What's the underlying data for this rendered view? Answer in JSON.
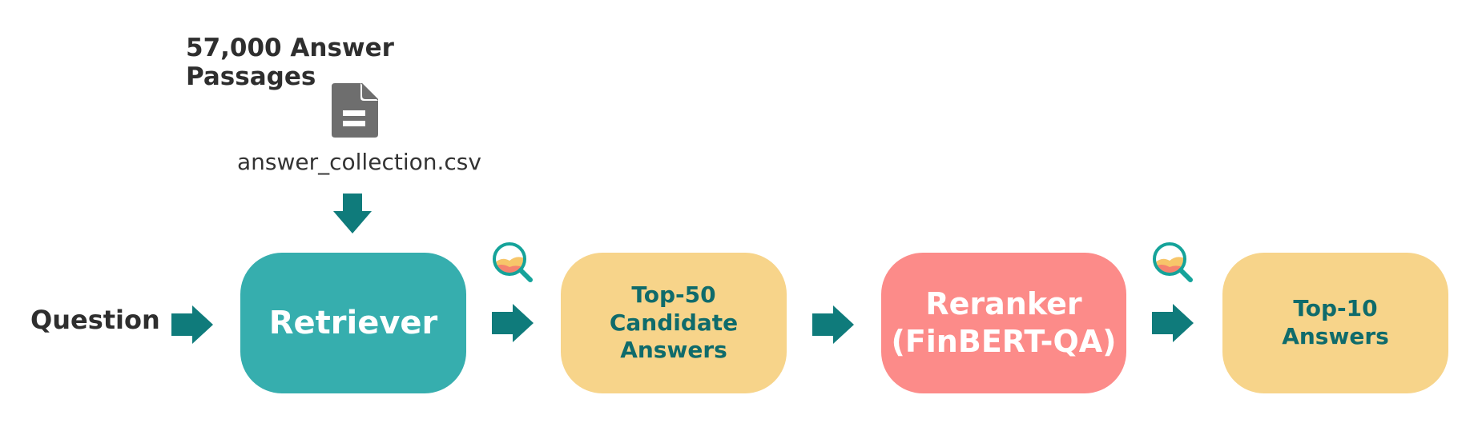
{
  "source": {
    "title": "57,000 Answer Passages",
    "filename": "answer_collection.csv",
    "file_icon": "document-icon"
  },
  "input": {
    "label": "Question"
  },
  "retriever": {
    "label": "Retriever"
  },
  "candidates": {
    "line1": "Top-50",
    "line2": "Candidate",
    "line3": "Answers"
  },
  "reranker": {
    "line1": "Reranker",
    "line2": "(FinBERT-QA)"
  },
  "output": {
    "line1": "Top-10",
    "line2": "Answers"
  },
  "icons": {
    "arrow": "arrow-right-icon",
    "down_arrow": "arrow-down-icon",
    "magnifier": "magnifier-icon"
  },
  "colors": {
    "teal": "#36aeae",
    "dark_teal": "#0f7b7b",
    "yellow": "#f7d48a",
    "coral": "#fc8b89",
    "file_gray": "#6e6e6e"
  }
}
